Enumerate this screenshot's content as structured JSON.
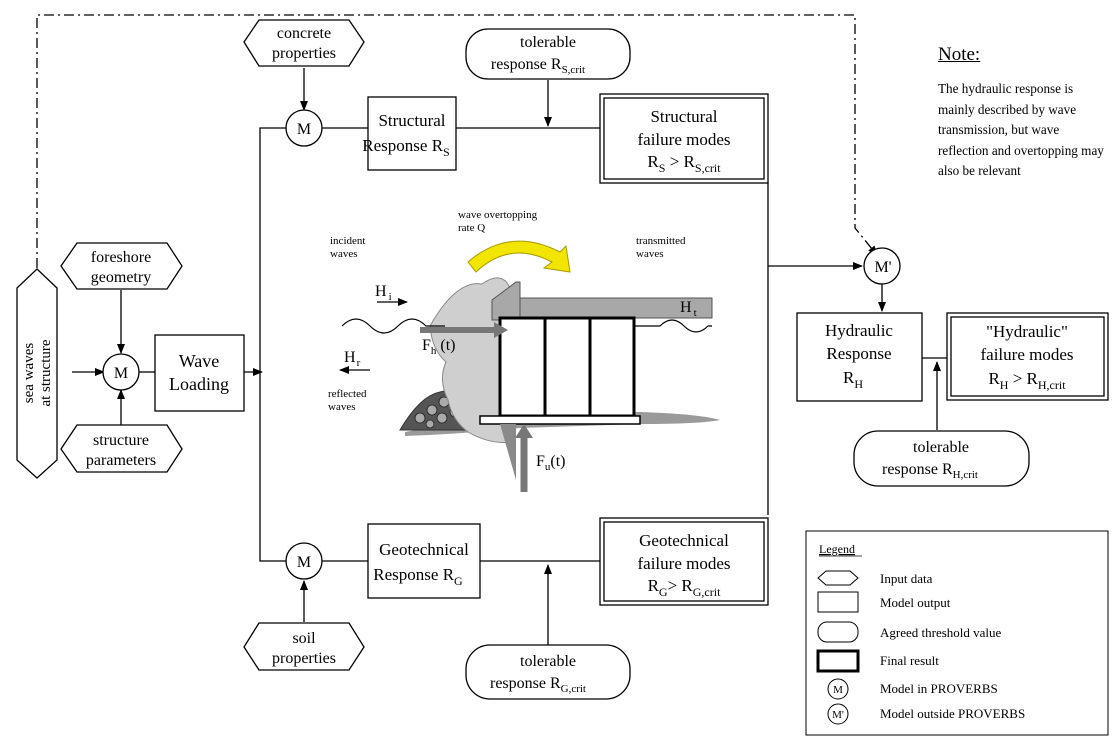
{
  "inputs": {
    "concrete_properties": [
      "concrete",
      "properties"
    ],
    "foreshore_geometry": [
      "foreshore",
      "geometry"
    ],
    "structure_parameters": [
      "structure",
      "parameters"
    ],
    "soil_properties": [
      "soil",
      "properties"
    ],
    "sea_waves": [
      "sea waves",
      "at structure"
    ]
  },
  "tolerable": {
    "structural": {
      "line1": "tolerable",
      "line2": "response R",
      "sub": "S,crit"
    },
    "hydraulic": {
      "line1": "tolerable",
      "line2": "response R",
      "sub": "H,crit"
    },
    "geotechnical": {
      "line1": "tolerable",
      "line2": "response R",
      "sub": "G,crit"
    }
  },
  "models": {
    "m": "M",
    "m_prime": "M'"
  },
  "outputs": {
    "wave_loading": [
      "Wave",
      "Loading"
    ],
    "structural_response": {
      "line1": "Structural",
      "line2": "Response R",
      "sub": "S"
    },
    "geotechnical_response": {
      "line1": "Geotechnical",
      "line2": "Response R",
      "sub": "G"
    },
    "hydraulic_response": {
      "line1": "Hydraulic",
      "line2": "Response",
      "line3": "R",
      "sub": "H"
    }
  },
  "failure_modes": {
    "structural": {
      "line1": "Structural",
      "line2": "failure modes",
      "r": "R",
      "r_sub": "S",
      "gt": " > R",
      "crit_sub": "S,crit"
    },
    "geotechnical": {
      "line1": "Geotechnical",
      "line2": "failure modes",
      "r": "R",
      "r_sub": "G",
      "gt": "> R",
      "crit_sub": "G,crit"
    },
    "hydraulic": {
      "line1": "\"Hydraulic\"",
      "line2": "failure modes",
      "r": "R",
      "r_sub": "H",
      "gt": " > R",
      "crit_sub": "H,crit"
    }
  },
  "illustration": {
    "wave_overtopping": [
      "wave overtopping",
      "rate Q"
    ],
    "incident_waves": [
      "incident",
      "waves"
    ],
    "transmitted_waves": [
      "transmitted",
      "waves"
    ],
    "reflected_waves": [
      "reflected",
      "waves"
    ],
    "hi": {
      "base": "H",
      "sub": "i"
    },
    "ht": {
      "base": "H",
      "sub": "t"
    },
    "hr": {
      "base": "H",
      "sub": "r"
    },
    "fh": {
      "base": "F",
      "sub": "h",
      "tail": " (t)"
    },
    "fu": {
      "base": "F",
      "sub": "u",
      "tail": "(t)"
    }
  },
  "note": {
    "title": "Note:",
    "text": "The hydraulic response is mainly described by wave transmission, but wave reflection and overtopping may also be relevant"
  },
  "legend": {
    "title": "Legend",
    "items": [
      "Input data",
      "Model output",
      "Agreed threshold value",
      "Final result",
      "Model in PROVERBS",
      "Model outside PROVERBS"
    ]
  },
  "colors": {
    "line": "#000000",
    "structure_fill": "#b0b0b0",
    "sea_fill": "#d3d3d3",
    "overtopping_arrow": "#f2e600"
  }
}
